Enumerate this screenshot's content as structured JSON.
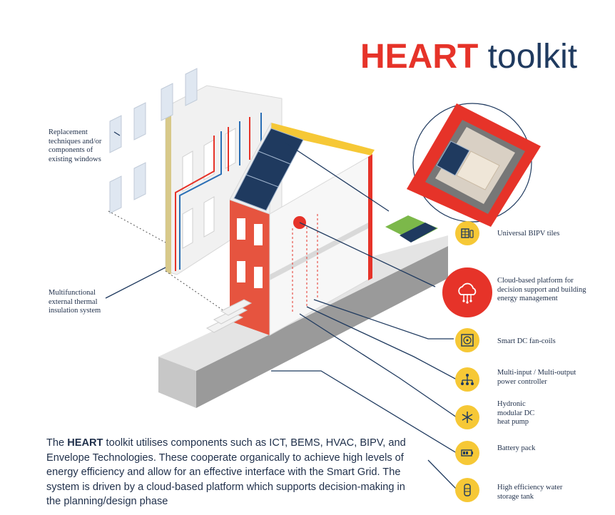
{
  "title": {
    "part1": "HEART",
    "part2": "toolkit"
  },
  "colors": {
    "brand_red": "#e63329",
    "navy": "#1f3a5f",
    "yellow": "#f6c836",
    "gray": "#c9c9c9"
  },
  "left_labels": [
    {
      "id": "windows",
      "text": "Replacement techniques and/or components of existing windows"
    },
    {
      "id": "insulation",
      "text": "Multifunctional external thermal insulation system"
    }
  ],
  "right_items": [
    {
      "id": "bipv",
      "label": "Universal BIPV tiles",
      "icon": "solar-tile-icon"
    },
    {
      "id": "cloud",
      "label": "Cloud-based platform for decision support and building energy management",
      "icon": "cloud-icon"
    },
    {
      "id": "fancoil",
      "label": "Smart DC fan-coils",
      "icon": "fan-coil-icon"
    },
    {
      "id": "controller",
      "label": "Multi-input / Multi-output power controller",
      "icon": "network-icon"
    },
    {
      "id": "heatpump",
      "label": "Hydronic modular DC heat pump",
      "icon": "snowflake-icon"
    },
    {
      "id": "battery",
      "label": "Battery pack",
      "icon": "battery-icon"
    },
    {
      "id": "tank",
      "label": "High efficiency water storage tank",
      "icon": "water-tank-icon"
    }
  ],
  "paragraph": {
    "pre": "The ",
    "bold": "HEART",
    "post": " toolkit utilises components such as ICT, BEMS, HVAC, BIPV, and Envelope Technologies. These cooperate organically to achieve high levels of energy efficiency and allow for an effective interface with the Smart Grid. The system is driven by a cloud-based platform which supports decision-making in the planning/design phase"
  }
}
